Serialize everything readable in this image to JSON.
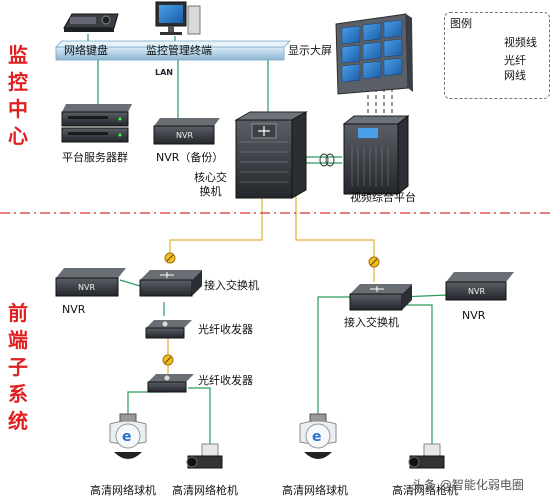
{
  "sections": {
    "monitor_center": [
      "监",
      "控",
      "中",
      "心"
    ],
    "frontend": [
      "前",
      "端",
      "子",
      "系",
      "统"
    ]
  },
  "legend": {
    "title": "图例",
    "video_line": "视频线",
    "fiber": "光纤",
    "network": "网线"
  },
  "lan_label": "LAN",
  "labels": {
    "keyboard": "网络键盘",
    "mgmt_terminal": "监控管理终端",
    "big_screen": "显示大屏",
    "server_group": "平台服务器群",
    "nvr_backup": "NVR（备份）",
    "core_switch": "核心交\n换机",
    "video_platform": "视频综合平台",
    "nvr_left": "NVR",
    "access_switch_left": "接入交换机",
    "transceiver_top": "光纤收发器",
    "transceiver_bottom": "光纤收发器",
    "dome_left": "高清网络球机",
    "gun_left": "高清网络枪机",
    "access_switch_right": "接入交换机",
    "nvr_right": "NVR",
    "dome_right": "高清网络球机",
    "gun_right": "高清网络枪机"
  },
  "device_marks": {
    "nvr": "NVR",
    "dome_logo": "e"
  },
  "watermark": "头条 @智能化弱电圈",
  "colors": {
    "network": "#2a9a5a",
    "fiber": "#e0b030",
    "section_title": "#e02020",
    "divider": "#d63030",
    "lan_bar": "#a8c8e0"
  }
}
